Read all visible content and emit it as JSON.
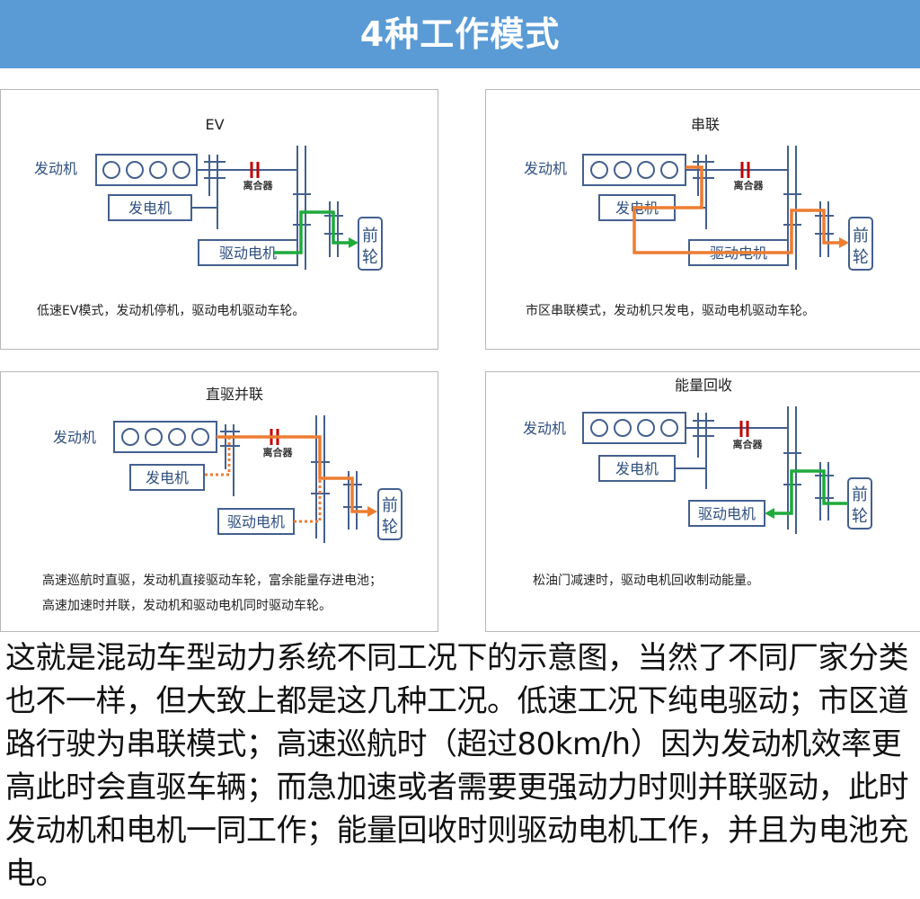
{
  "header": {
    "title": "4种工作模式"
  },
  "labels": {
    "engine": "发动机",
    "generator": "发电机",
    "clutch": "离合器",
    "drive_motor": "驱动电机",
    "front_wheel_1": "前",
    "front_wheel_2": "轮"
  },
  "panels": [
    {
      "title": "EV",
      "desc": [
        "低速EV模式，发动机停机，驱动电机驱动车轮。"
      ]
    },
    {
      "title": "串联",
      "desc": [
        "市区串联模式，发动机只发电，驱动电机驱动车轮。"
      ]
    },
    {
      "title": "直驱并联",
      "desc": [
        "高速巡航时直驱，发动机直接驱动车轮，富余能量存进电池；",
        "高速加速时并联，发动机和驱动电机同时驱动车轮。"
      ]
    },
    {
      "title": "能量回收",
      "desc": [
        "松油门减速时，驱动电机回收制动能量。"
      ]
    }
  ],
  "summary": "这就是混动车型动力系统不同工况下的示意图，当然了不同厂家分类也不一样，但大致上都是这几种工况。低速工况下纯电驱动；市区道路行驶为串联模式；高速巡航时（超过80km/h）因为发动机效率更高此时会直驱车辆；而急加速或者需要更强动力时则并联驱动，此时发动机和电机一同工作；能量回收时则驱动电机工作，并且为电池充电。",
  "colors": {
    "banner": "#5b9bd5",
    "electric_flow": "#1faa3c",
    "engine_flow": "#ed7d31",
    "clutch": "#c00000",
    "component": "#44608f"
  }
}
